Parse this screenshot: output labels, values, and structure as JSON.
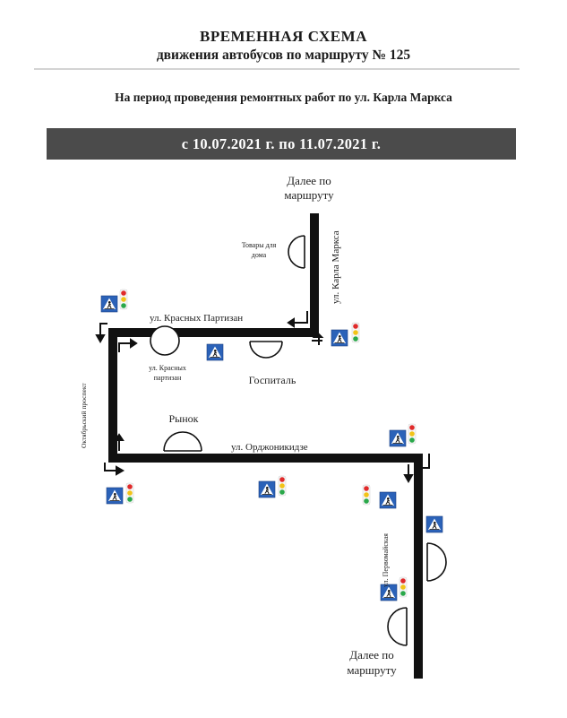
{
  "header": {
    "title_line1": "ВРЕМЕННАЯ СХЕМА",
    "title_line2": "движения автобусов по маршруту № 125",
    "period_note": "На период проведения ремонтных работ  по ул. Карла Маркса",
    "dates_banner": "с  10.07.2021 г.  по  11.07.2021 г."
  },
  "map": {
    "continue_top": [
      "Далее по",
      "маршруту"
    ],
    "continue_bottom": [
      "Далее по",
      "маршруту"
    ],
    "streets": {
      "karl_marx": "ул. Карла Маркса",
      "krasnykh_partizan": "ул. Красных Партизан",
      "oktyabrsky": "Октябрьский проспект",
      "ordzhonikidze": "ул. Орджоникидзе",
      "pervomaiskaya": "ул. Первомайская"
    },
    "stops": {
      "tovary": [
        "Товары для",
        "дома"
      ],
      "krasnykh_stop": [
        "ул. Красных",
        "партизан"
      ],
      "hospital": "Госпиталь",
      "market": "Рынок"
    },
    "colors": {
      "route": "#111111",
      "sign_blue": "#2b62b8",
      "light_red": "#e02a2a",
      "light_yellow": "#f2c318",
      "light_green": "#2aa84a"
    }
  }
}
